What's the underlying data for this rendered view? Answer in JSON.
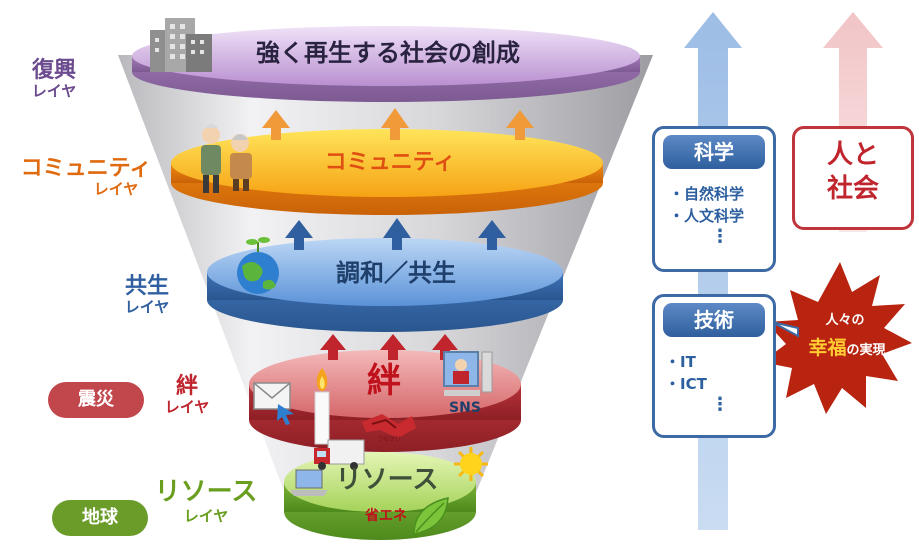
{
  "layers": {
    "fukko": {
      "name": "復興",
      "suffix": "レイヤ",
      "disk": "強く再生する社会の創成",
      "color": "#6b4a8e"
    },
    "community": {
      "name": "コミュニティ",
      "suffix": "レイヤ",
      "disk": "コミュニティ",
      "color": "#e06a10"
    },
    "kyosei": {
      "name": "共生",
      "suffix": "レイヤ",
      "disk": "調和／共生",
      "color": "#2f5f9f"
    },
    "kizuna": {
      "name": "絆",
      "suffix": "レイヤ",
      "disk": "絆",
      "sns": "SNS",
      "color": "#c0252d"
    },
    "resource": {
      "name": "リソース",
      "suffix": "レイヤ",
      "disk": "リソース",
      "sub": "省エネ",
      "color": "#6a9e1f"
    }
  },
  "tags": {
    "shinsai": {
      "label": "震災",
      "color": "#c1474d"
    },
    "chikyu": {
      "label": "地球",
      "color": "#6b9c2a"
    }
  },
  "science": {
    "title": "科学",
    "items": [
      "・自然科学",
      "・人文科学"
    ],
    "more": "⋮"
  },
  "technology": {
    "title": "技術",
    "items": [
      "・IT",
      "・ICT"
    ],
    "more": "⋮"
  },
  "people": {
    "line1": "人と",
    "line2": "社会"
  },
  "happiness": {
    "top": "人々の",
    "highlight": "幸福",
    "rest": "の実現"
  },
  "icons": [
    "buildings-icon",
    "elderly-couple-icon",
    "earth-sprout-icon",
    "mail-icon",
    "candle-icon",
    "handshake-icon",
    "computer-user-icon",
    "truck-icon",
    "laptop-icon",
    "sun-icon",
    "leaf-icon"
  ]
}
